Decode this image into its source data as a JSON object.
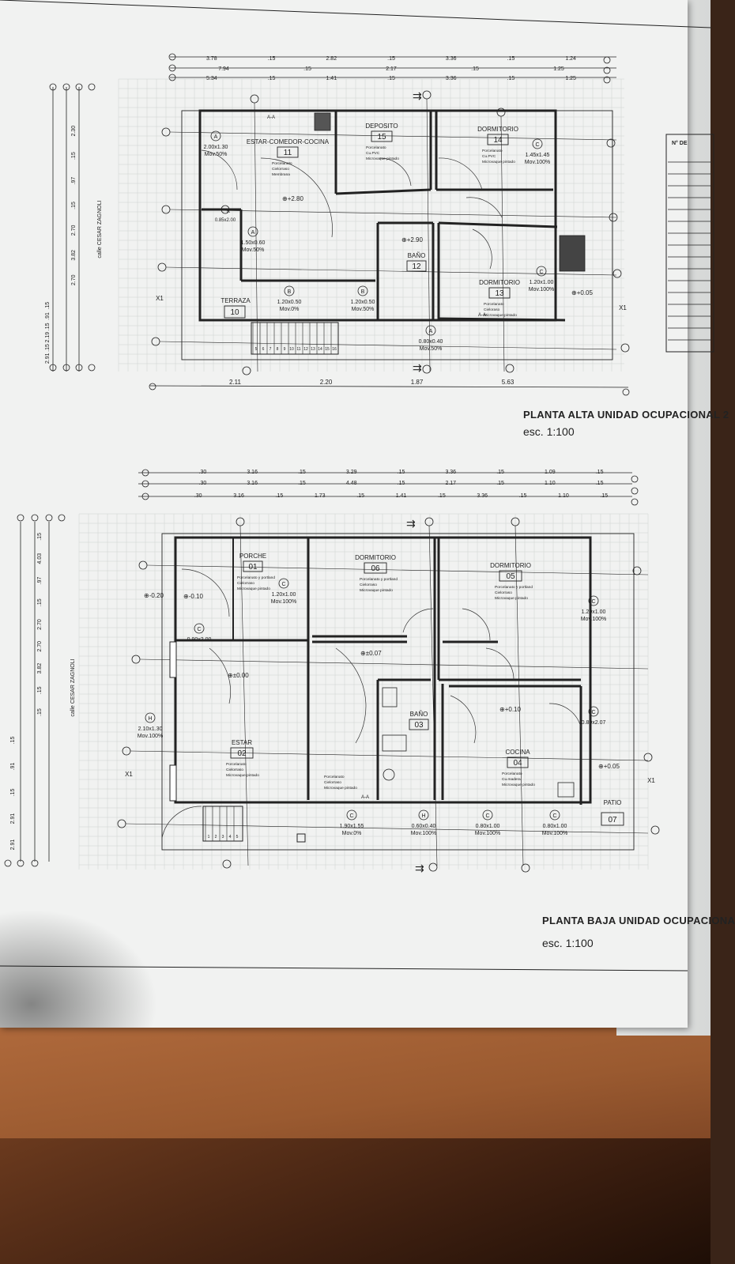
{
  "upper_plan": {
    "title": "PLANTA ALTA UNIDAD OCUPACIONAL 2",
    "scale": "esc. 1:100",
    "street": "calle CESAR ZAGNOLI",
    "dims_top_1": [
      "3.78",
      ".15",
      "2.82",
      ".15",
      "3.36",
      ".15",
      "1.24"
    ],
    "dims_top_2": [
      "7.94",
      ".15",
      "2.17",
      ".15",
      "1.25"
    ],
    "dims_top_3": [
      "5.34",
      ".15",
      "1.41",
      ".15",
      "3.36",
      ".15",
      "1.25"
    ],
    "dims_bottom": [
      "2.11",
      "2.20",
      "1.87",
      "5.63"
    ],
    "rooms": [
      {
        "name": "ESTAR-COMEDOR-COCINA",
        "num": "11",
        "finish": [
          "Porcelanato",
          "Cielorraso",
          "Membrana"
        ]
      },
      {
        "name": "DEPOSITO",
        "num": "15",
        "finish": [
          "Porcelanato",
          "Cu.PVC",
          "Microvaque pintado"
        ]
      },
      {
        "name": "DORMITORIO",
        "num": "14",
        "finish": [
          "Porcelanato",
          "Cu.PVC",
          "Microvaque pintado"
        ]
      },
      {
        "name": "BAÑO",
        "num": "12",
        "finish": []
      },
      {
        "name": "DORMITORIO",
        "num": "13",
        "finish": [
          "Porcelanato",
          "Cieloraso",
          "Microvaque pintado"
        ]
      },
      {
        "name": "TERRAZA",
        "num": "10",
        "finish": []
      }
    ],
    "windows": [
      {
        "tag": "A",
        "size": "2.00x1.30",
        "mov": "Mov.50%"
      },
      {
        "tag": "C",
        "size": "1.45x1.45",
        "mov": "Mov.100%"
      },
      {
        "tag": "A",
        "size": "1.50x0.60",
        "mov": "Mov.50%"
      },
      {
        "tag": "B",
        "size": "1.20x0.50",
        "mov": "Mov.0%"
      },
      {
        "tag": "B",
        "size": "1.20x0.50",
        "mov": "Mov.50%"
      },
      {
        "tag": "C",
        "size": "1.20x1.00",
        "mov": "Mov.100%"
      },
      {
        "tag": "A",
        "size": "0.80x0.40",
        "mov": "Mov.50%"
      },
      {
        "tag": "K",
        "size": "0.85x2.00",
        "mov": ""
      }
    ],
    "levels": [
      "+2.80",
      "+2.90",
      "+0.05"
    ],
    "section_labels": [
      "X1",
      "X1",
      "A-A",
      "A-A"
    ],
    "stair_steps": [
      "5",
      "6",
      "7",
      "8",
      "9",
      "10",
      "11",
      "12",
      "13",
      "14",
      "15",
      "16"
    ],
    "side_dims": [
      ".15",
      ".91",
      ".15",
      "2.19",
      ".15",
      "2.91",
      "2.30",
      ".15",
      ".97",
      ".15",
      "2.70",
      "3.82",
      "2.70"
    ]
  },
  "lower_plan": {
    "title": "PLANTA BAJA UNIDAD OCUPACIONA",
    "scale": "esc. 1:100",
    "street": "calle CESAR ZAGNOLI",
    "dims_top_1": [
      ".30",
      "3.16",
      ".15",
      "3.29",
      ".15",
      "3.36",
      ".15",
      "1.09",
      ".15"
    ],
    "dims_top_2": [
      ".30",
      "3.16",
      ".15",
      "4.48",
      ".15",
      "2.17",
      ".15",
      "1.10",
      ".15"
    ],
    "dims_top_3": [
      ".30",
      "3.16",
      ".15",
      "1.73",
      ".15",
      "1.41",
      ".15",
      "3.36",
      ".15",
      "1.10",
      ".15"
    ],
    "rooms": [
      {
        "name": "PORCHE",
        "num": "01",
        "finish": [
          "Porcelanato y portland",
          "Cielorraso",
          "Microvaque pintado"
        ]
      },
      {
        "name": "DORMITORIO",
        "num": "06",
        "finish": [
          "Porcelanato y portland",
          "Cielorraso",
          "Microvaque pintado"
        ]
      },
      {
        "name": "DORMITORIO",
        "num": "05",
        "finish": [
          "Porcelanato y portland",
          "Cielorraso",
          "Microvaque pintado"
        ]
      },
      {
        "name": "ESTAR",
        "num": "02",
        "finish": [
          "Porcelanato",
          "Cielorraso",
          "Microvaque pintado"
        ]
      },
      {
        "name": "BAÑO",
        "num": "03",
        "finish": []
      },
      {
        "name": "COCINA",
        "num": "04",
        "finish": [
          "Porcelanato",
          "Cu.madera",
          "Microvaque pintado"
        ]
      },
      {
        "name": "PATIO",
        "num": "07",
        "finish": []
      }
    ],
    "extra_finish": [
      "Porcelanato",
      "Cielorraso",
      "Microvaque pintado"
    ],
    "windows": [
      {
        "tag": "C",
        "size": "1.20x1.00",
        "mov": "Mov.100%"
      },
      {
        "tag": "C",
        "size": "1.20x1.00",
        "mov": "Mov.100%"
      },
      {
        "tag": "C",
        "size": "0.90x2.00",
        "mov": ""
      },
      {
        "tag": "H",
        "size": "2.10x1.30",
        "mov": "Mov.100%"
      },
      {
        "tag": "C",
        "size": "0.80x2.07",
        "mov": ""
      },
      {
        "tag": "C",
        "size": "1.90x1.55",
        "mov": "Mov.0%"
      },
      {
        "tag": "H",
        "size": "0.60x0.40",
        "mov": "Mov.100%"
      },
      {
        "tag": "C",
        "size": "0.80x1.00",
        "mov": "Mov.100%"
      },
      {
        "tag": "C",
        "size": "0.80x1.00",
        "mov": "Mov.100%"
      }
    ],
    "levels": [
      "-0.20",
      "-0.10",
      "±0.00",
      "±0.07",
      "+0.10",
      "+0.05"
    ],
    "section_labels": [
      "X1",
      "X1",
      "A-A"
    ],
    "stair_steps": [
      "1",
      "2",
      "3",
      "4",
      "5"
    ],
    "side_dims": [
      ".15",
      ".91",
      ".15",
      "2.91",
      "2.91",
      ".15",
      "4.03",
      ".97",
      ".15",
      "2.70",
      "2.70",
      "3.82",
      ".15",
      ".15"
    ]
  },
  "table_header": "N° DE"
}
